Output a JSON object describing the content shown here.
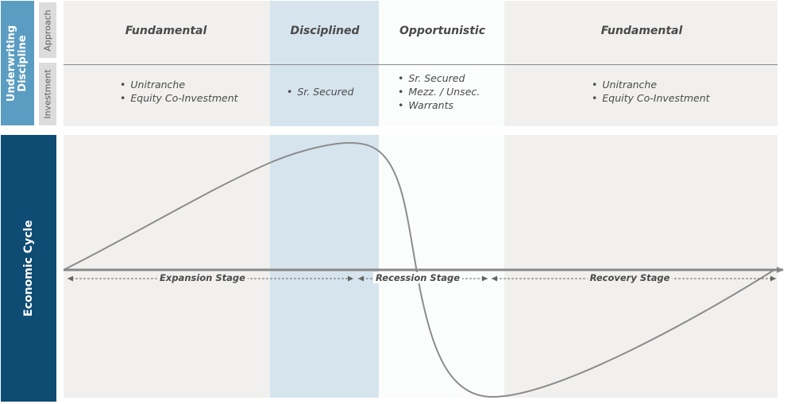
{
  "side_labels": {
    "underwriting": "Underwriting Discipline",
    "economic_cycle": "Economic Cycle"
  },
  "row_tabs": {
    "approach": "Approach",
    "investment": "Investment"
  },
  "colors": {
    "panel_grey": "#f1f0ef",
    "panel_blue": "#d6e4ee",
    "panel_white": "#fbfcfc",
    "curve": "#8c8c8c",
    "axis": "#888888"
  },
  "phases": [
    {
      "approach": "Fundamental",
      "investments": [
        "Unitranche",
        "Equity Co-Investment"
      ]
    },
    {
      "approach": "Disciplined",
      "investments": [
        "Sr. Secured"
      ]
    },
    {
      "approach": "Opportunistic",
      "investments": [
        "Sr. Secured",
        "Mezz. / Unsec.",
        "Warrants"
      ]
    },
    {
      "approach": "Fundamental",
      "investments": [
        "Unitranche",
        "Equity Co-Investment"
      ]
    }
  ],
  "stages": [
    "Expansion Stage",
    "Recession Stage",
    "Recovery Stage"
  ]
}
